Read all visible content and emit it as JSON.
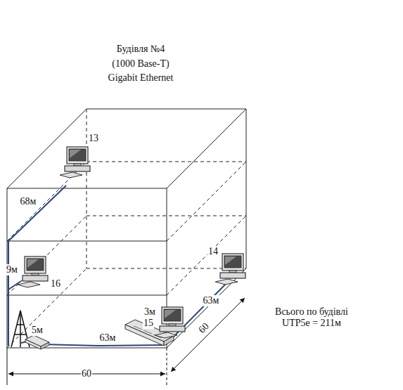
{
  "diagram": {
    "title": "Будівля №4",
    "labels": [
      "(1000 Base-T)",
      "Gigabit Ethernet",
      "13",
      "68м",
      "9м",
      "16",
      "14",
      "3м",
      "15",
      "63м",
      "5м",
      "63м",
      "60",
      "60",
      "Всього по будівлі UTP5e = 211м"
    ]
  }
}
